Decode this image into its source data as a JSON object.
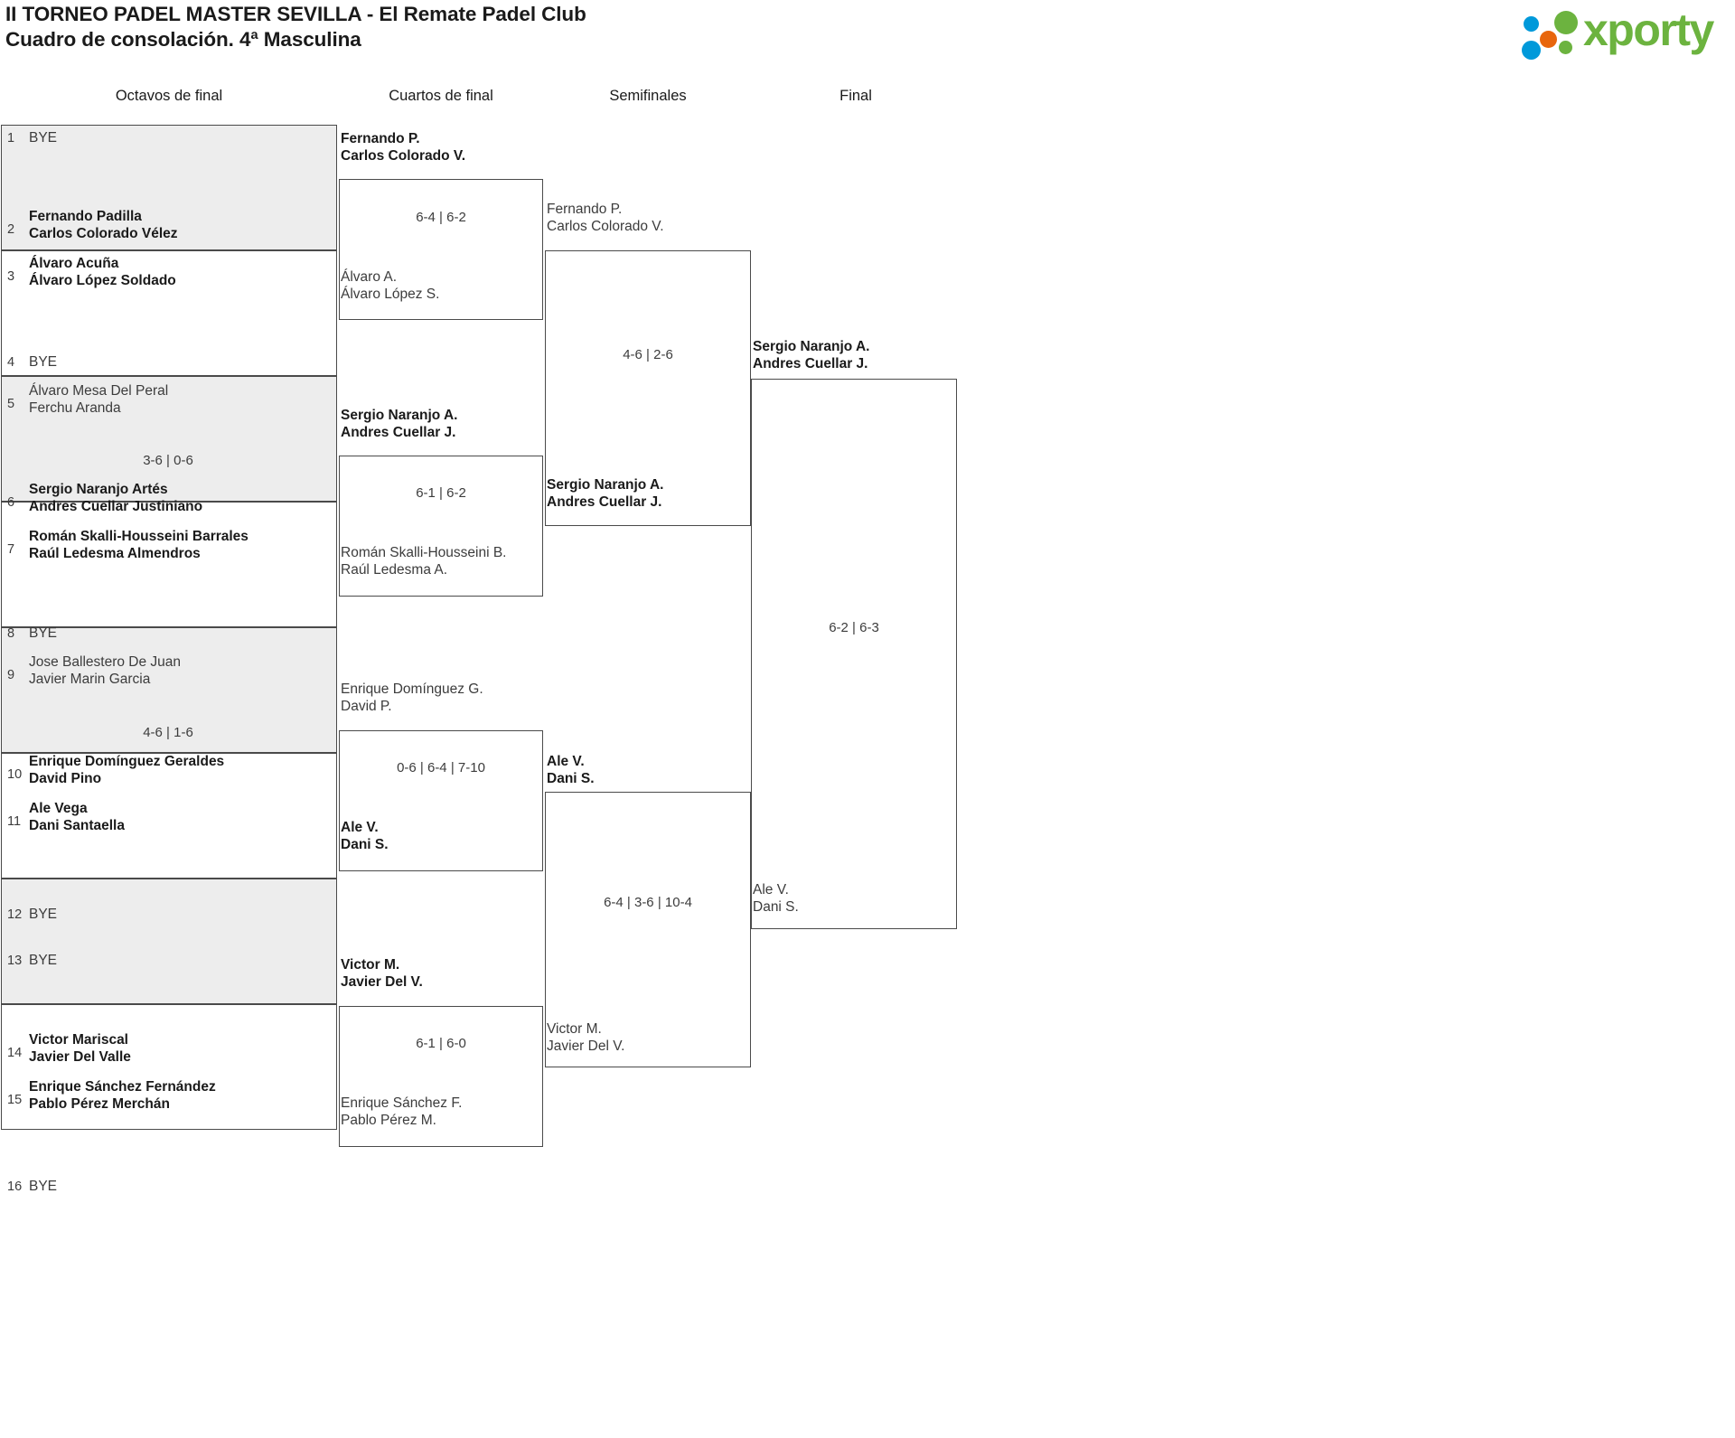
{
  "header": {
    "title_line1": "II TORNEO PADEL MASTER SEVILLA - El Remate Padel Club",
    "title_line2": "Cuadro de consolación. 4ª Masculina",
    "logo_text": "xporty",
    "logo_colors": {
      "green": "#6cb33f",
      "blue": "#0099da",
      "orange": "#e8660c"
    }
  },
  "rounds": [
    {
      "id": "r1",
      "label": "Octavos de final"
    },
    {
      "id": "r2",
      "label": "Cuartos de final"
    },
    {
      "id": "r3",
      "label": "Semifinales"
    },
    {
      "id": "r4",
      "label": "Final"
    }
  ],
  "round1": {
    "slots": [
      {
        "seed": "1",
        "p1": "BYE",
        "p2": "",
        "bye": true,
        "winner": false
      },
      {
        "seed": "2",
        "p1": "Fernando Padilla",
        "p2": "Carlos Colorado Vélez",
        "bye": false,
        "winner": true
      },
      {
        "seed": "3",
        "p1": "Álvaro Acuña",
        "p2": "Álvaro López Soldado",
        "bye": false,
        "winner": true
      },
      {
        "seed": "4",
        "p1": "BYE",
        "p2": "",
        "bye": true,
        "winner": false
      },
      {
        "seed": "5",
        "p1": "Álvaro Mesa Del Peral",
        "p2": "Ferchu Aranda",
        "bye": false,
        "winner": false
      },
      {
        "seed": "6",
        "p1": "Sergio Naranjo Artés",
        "p2": "Andres Cuellar Justiniano",
        "bye": false,
        "winner": true
      },
      {
        "seed": "7",
        "p1": "Román Skalli-Housseini Barrales",
        "p2": "Raúl Ledesma Almendros",
        "bye": false,
        "winner": true
      },
      {
        "seed": "8",
        "p1": "BYE",
        "p2": "",
        "bye": true,
        "winner": false
      },
      {
        "seed": "9",
        "p1": "Jose Ballestero De Juan",
        "p2": "Javier Marin Garcia",
        "bye": false,
        "winner": false
      },
      {
        "seed": "10",
        "p1": "Enrique Domínguez Geraldes",
        "p2": "David Pino",
        "bye": false,
        "winner": true
      },
      {
        "seed": "11",
        "p1": "Ale Vega",
        "p2": "Dani Santaella",
        "bye": false,
        "winner": true
      },
      {
        "seed": "12",
        "p1": "BYE",
        "p2": "",
        "bye": true,
        "winner": false
      },
      {
        "seed": "13",
        "p1": "BYE",
        "p2": "",
        "bye": true,
        "winner": false
      },
      {
        "seed": "14",
        "p1": "Victor Mariscal",
        "p2": "Javier Del Valle",
        "bye": false,
        "winner": true
      },
      {
        "seed": "15",
        "p1": "Enrique Sánchez Fernández",
        "p2": "Pablo Pérez Merchán",
        "bye": false,
        "winner": true
      },
      {
        "seed": "16",
        "p1": "BYE",
        "p2": "",
        "bye": true,
        "winner": false
      }
    ],
    "scores": [
      "",
      "3-6 | 0-6",
      "4-6 | 1-6",
      ""
    ]
  },
  "round2": {
    "matches": [
      {
        "top": {
          "p1": "Fernando P.",
          "p2": "Carlos Colorado V.",
          "winner": true
        },
        "bottom": {
          "p1": "Álvaro A.",
          "p2": "Álvaro López S.",
          "winner": false
        },
        "score": "6-4 | 6-2"
      },
      {
        "top": {
          "p1": "Sergio Naranjo A.",
          "p2": "Andres Cuellar J.",
          "winner": true
        },
        "bottom": {
          "p1": "Román Skalli-Housseini B.",
          "p2": "Raúl Ledesma A.",
          "winner": false
        },
        "score": "6-1 | 6-2"
      },
      {
        "top": {
          "p1": "Enrique Domínguez G.",
          "p2": "David P.",
          "winner": false
        },
        "bottom": {
          "p1": "Ale V.",
          "p2": "Dani S.",
          "winner": true
        },
        "score": "0-6 | 6-4 | 7-10"
      },
      {
        "top": {
          "p1": "Victor M.",
          "p2": "Javier Del V.",
          "winner": true
        },
        "bottom": {
          "p1": "Enrique Sánchez F.",
          "p2": "Pablo Pérez M.",
          "winner": false
        },
        "score": "6-1 | 6-0"
      }
    ]
  },
  "round3": {
    "matches": [
      {
        "top": {
          "p1": "Fernando P.",
          "p2": "Carlos Colorado V.",
          "winner": false
        },
        "bottom": {
          "p1": "Sergio Naranjo A.",
          "p2": "Andres Cuellar J.",
          "winner": true
        },
        "score": "4-6 | 2-6"
      },
      {
        "top": {
          "p1": "Ale V.",
          "p2": "Dani S.",
          "winner": true
        },
        "bottom": {
          "p1": "Victor M.",
          "p2": "Javier Del V.",
          "winner": false
        },
        "score": "6-4 | 3-6 | 10-4"
      }
    ]
  },
  "round4": {
    "matches": [
      {
        "top": {
          "p1": "Sergio Naranjo A.",
          "p2": "Andres Cuellar J.",
          "winner": true
        },
        "bottom": {
          "p1": "Ale V.",
          "p2": "Dani S.",
          "winner": false
        },
        "score": "6-2 | 6-3"
      }
    ]
  }
}
